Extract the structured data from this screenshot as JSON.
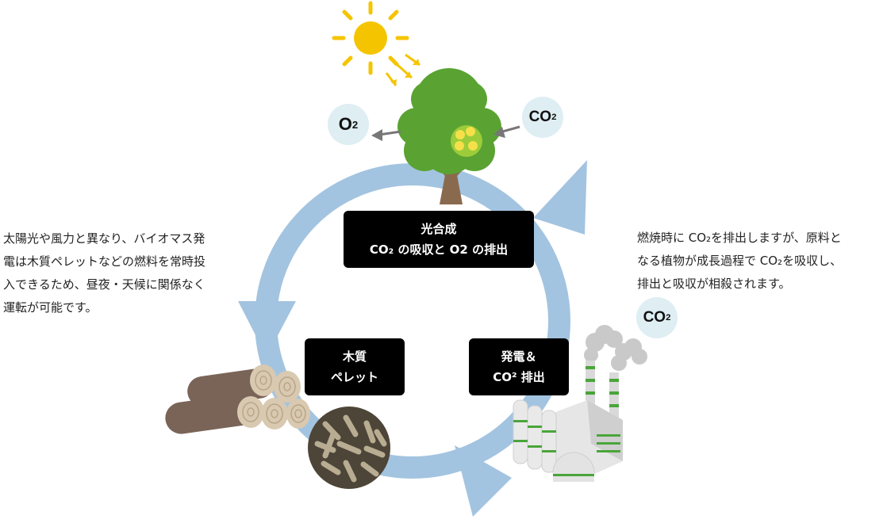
{
  "labels": {
    "photosynthesis": {
      "line1": "光合成",
      "line2": "CO₂ の吸収と O2 の排出"
    },
    "pellet": {
      "line1": "木質",
      "line2": "ペレット"
    },
    "power": {
      "line1": "発電＆",
      "line2": "CO² 排出"
    }
  },
  "left_text": "太陽光や風力と異なり、バイオマス発\n電は木質ペレットなどの燃料を常時投\n入できるため、昼夜・天候に関係なく\n運転が可能です。",
  "right_text": "燃焼時に CO₂を排出しますが、原料と\nなる植物が成長過程で CO₂を吸収し、\n排出と吸収が相殺されます。",
  "bubbles": {
    "o2_main": "O",
    "o2_sub": "2",
    "co2_main": "CO",
    "co2_sub": "2"
  },
  "colors": {
    "cycle": "#a3c4e0",
    "sun": "#f5c400",
    "tree": "#5aa332",
    "trunk": "#8a6a4e",
    "bubble": "#deeef3",
    "box": "#000000"
  }
}
